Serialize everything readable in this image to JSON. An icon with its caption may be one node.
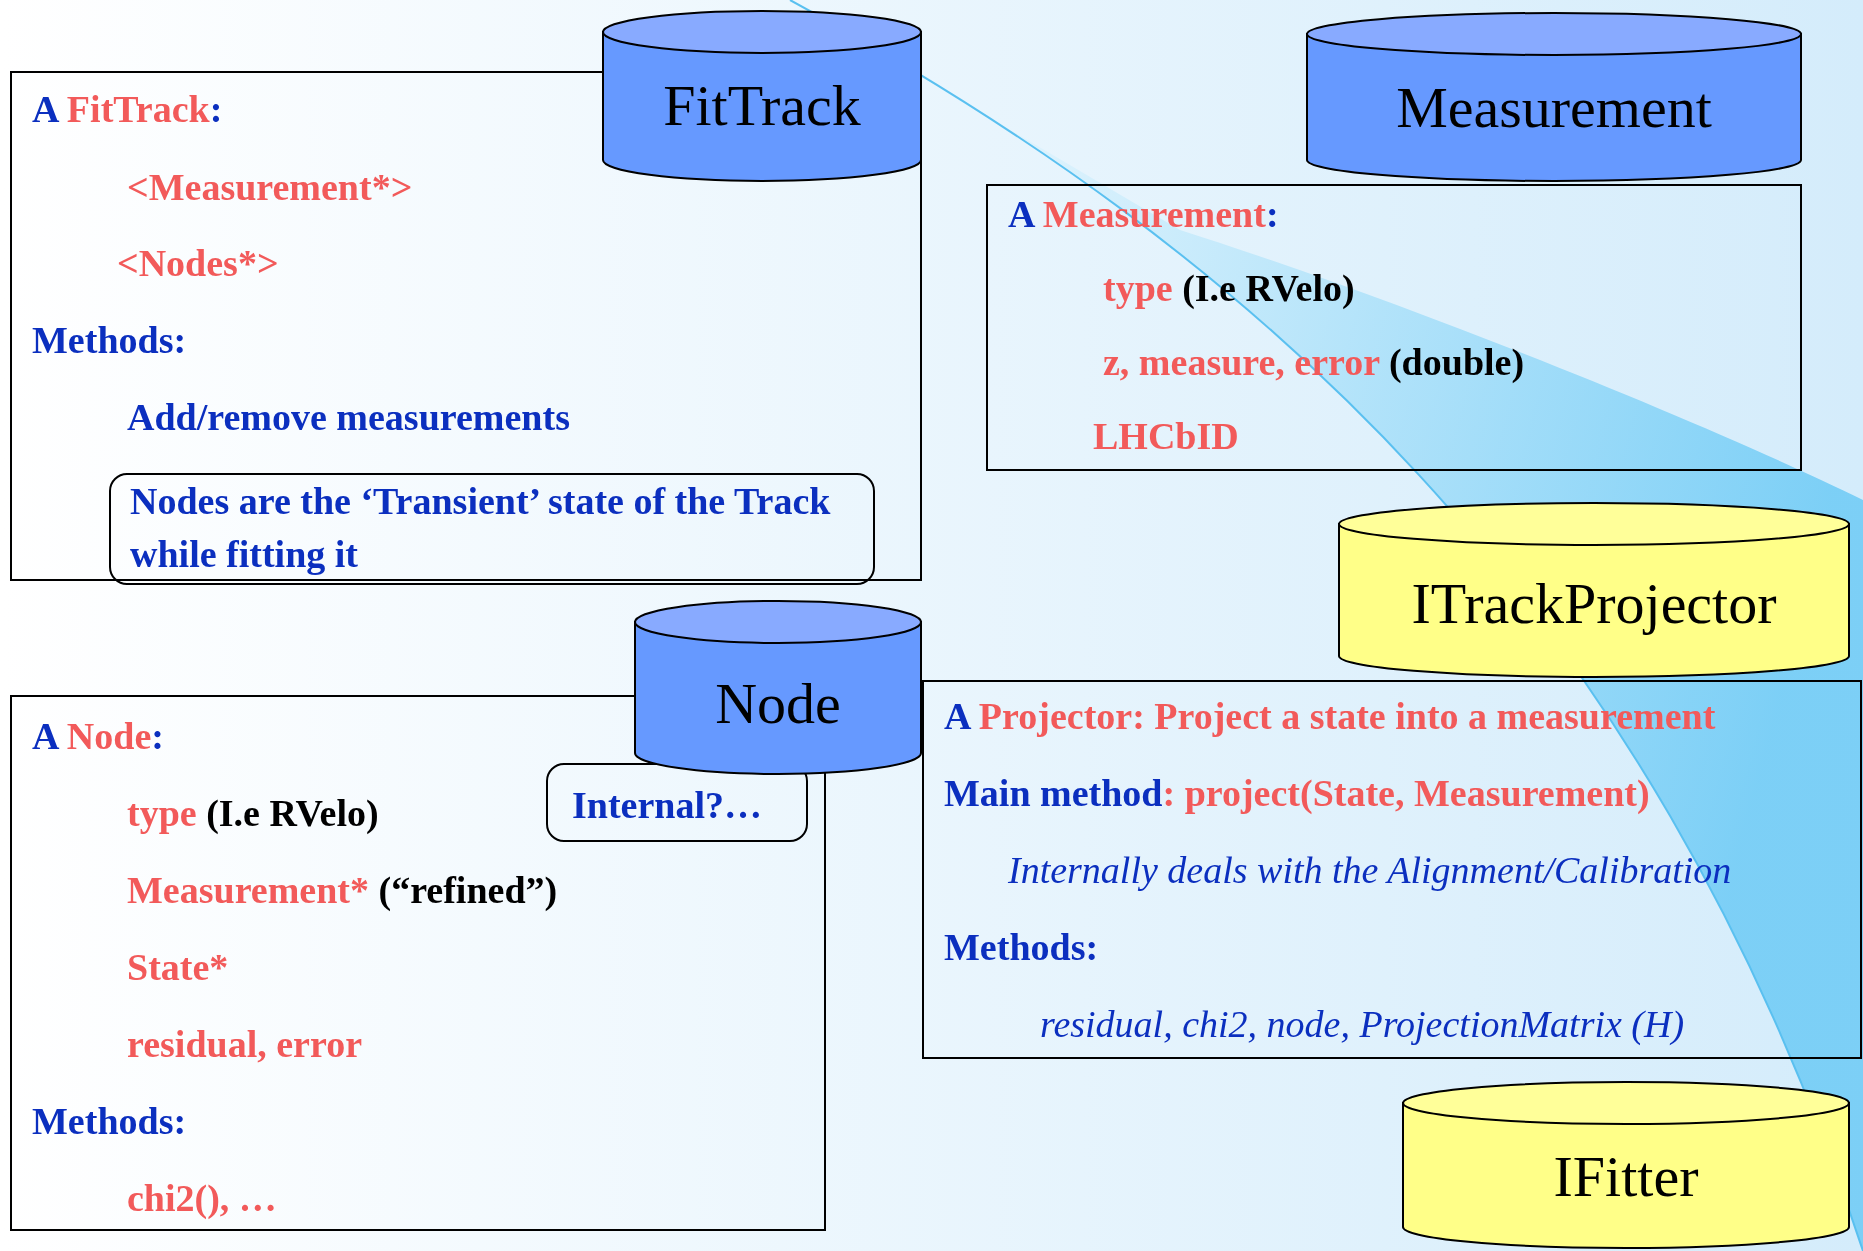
{
  "diagram": {
    "nodes": [
      {
        "text": [
          "FitTrack"
        ]
      },
      {
        "text": [
          "A FitTrack:",
          "<Measurement*>",
          "<Nodes*>",
          "Methods:",
          "Add/remove measurements"
        ]
      },
      {
        "text": [
          "Nodes are the ‘Transient’ state of the Track while fitting it"
        ],
        "in": 1
      },
      {
        "text": [
          "Measurement"
        ]
      },
      {
        "text": [
          "A Measurement:",
          "type (I.e RVelo)",
          "z, measure, error (double)",
          "LHCbID"
        ]
      },
      {
        "text": [
          "ITrackProjector"
        ]
      },
      {
        "text": [
          "Node"
        ]
      },
      {
        "text": [
          "A  Node:",
          "type (I.e RVelo)",
          "Measurement* (“refined”)",
          "State*",
          "residual, error",
          "Methods:",
          "chi2(), …"
        ]
      },
      {
        "text": [
          "Internal?…"
        ],
        "in": 7
      },
      {
        "text": [
          "A Projector: Project a state into a measurement",
          "Main method: project(State, Measurement)",
          "Internally deals with the Alignment/Calibration",
          "Methods:",
          "residual, chi2, node, ProjectionMatrix (H)"
        ]
      },
      {
        "text": [
          "IFitter"
        ]
      }
    ]
  }
}
